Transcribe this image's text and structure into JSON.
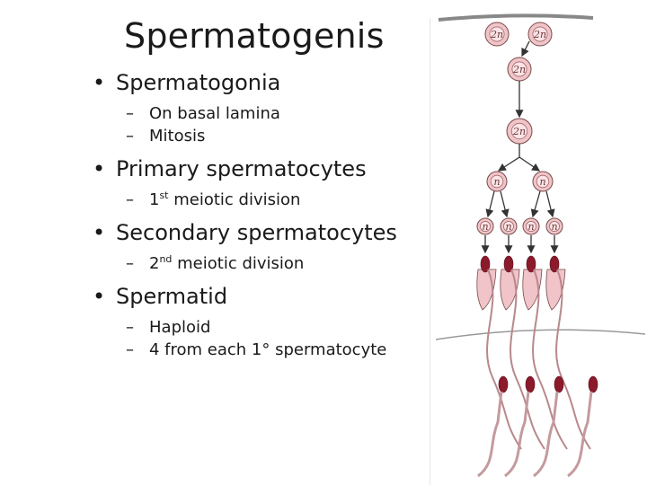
{
  "slide": {
    "title": "Spermatogenis",
    "bullets": [
      {
        "text": "Spermatogonia",
        "subs": [
          {
            "text": "On basal lamina"
          },
          {
            "text": "Mitosis"
          }
        ]
      },
      {
        "text": "Primary spermatocytes",
        "subs": [
          {
            "pre": "1",
            "sup": "st",
            "post": " meiotic division"
          }
        ]
      },
      {
        "text": "Secondary spermatocytes",
        "subs": [
          {
            "pre": "2",
            "sup": "nd",
            "post": " meiotic division"
          }
        ]
      },
      {
        "text": "Spermatid",
        "subs": [
          {
            "text": "Haploid"
          },
          {
            "text": "4 from each 1° spermatocyte"
          }
        ]
      }
    ],
    "bullet_symbol": "•",
    "dash_symbol": "–"
  },
  "diagram": {
    "labels": {
      "diploid": "2n",
      "haploid": "n"
    },
    "colors": {
      "cell_fill": "#f0c4c8",
      "cell_stroke": "#7a4a4a",
      "arrow": "#333333",
      "membrane": "#8f8f8f",
      "nucleus": "#8b1a2b"
    }
  }
}
